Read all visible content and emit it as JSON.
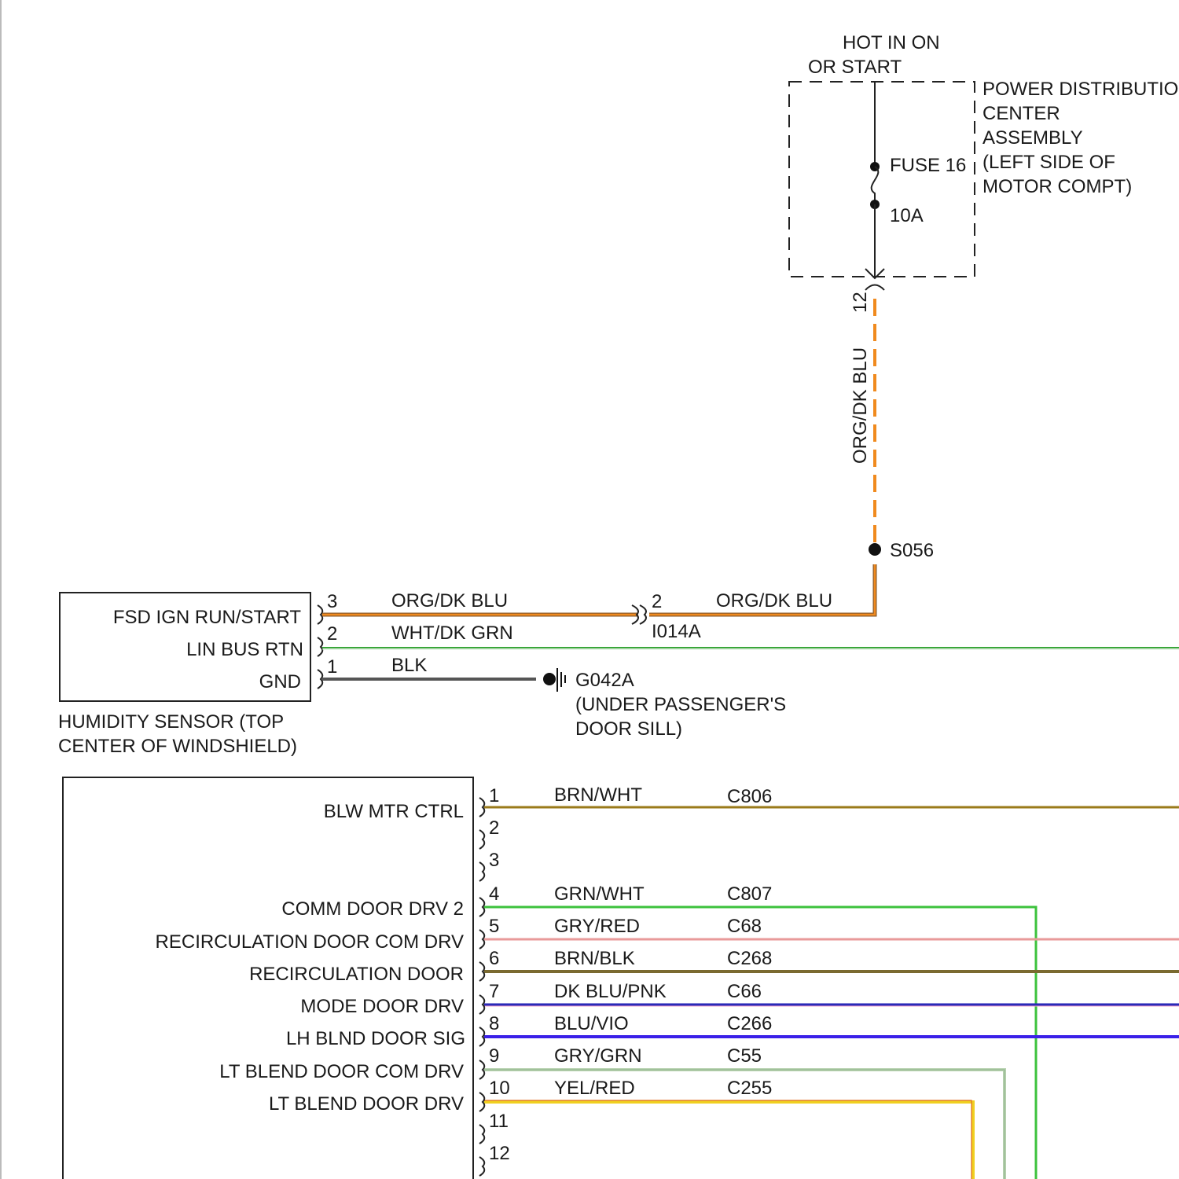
{
  "power": {
    "hot_line1": "HOT IN ON",
    "hot_line2": "OR START",
    "pdc_lines": [
      "POWER DISTRIBUTIO",
      "CENTER",
      "ASSEMBLY",
      "(LEFT SIDE OF",
      "MOTOR COMPT)"
    ],
    "fuse_label": "FUSE 16",
    "fuse_rating": "10A",
    "pin_number": "12",
    "wire_color_label": "ORG/DK BLU",
    "splice_label": "S056"
  },
  "humidity_sensor": {
    "pins": [
      {
        "number": "3",
        "name": "FSD IGN RUN/START",
        "wire": "ORG/DK BLU"
      },
      {
        "number": "2",
        "name": "LIN BUS RTN",
        "wire": "WHT/DK GRN"
      },
      {
        "number": "1",
        "name": "GND",
        "wire": "BLK"
      }
    ],
    "caption_line1": "HUMIDITY SENSOR (TOP",
    "caption_line2": "CENTER OF WINDSHIELD)"
  },
  "inline_connector": {
    "pin": "2",
    "name": "I014A",
    "wire": "ORG/DK BLU"
  },
  "ground": {
    "label": "G042A",
    "location_line1": "(UNDER PASSENGER'S",
    "location_line2": "DOOR SILL)"
  },
  "hvac_module": {
    "pins": [
      {
        "number": "1",
        "name": "BLW MTR CTRL",
        "wire": "BRN/WHT",
        "circuit": "C806"
      },
      {
        "number": "2",
        "name": "",
        "wire": "",
        "circuit": ""
      },
      {
        "number": "3",
        "name": "",
        "wire": "",
        "circuit": ""
      },
      {
        "number": "4",
        "name": "COMM DOOR DRV 2",
        "wire": "GRN/WHT",
        "circuit": "C807"
      },
      {
        "number": "5",
        "name": "RECIRCULATION DOOR COM DRV",
        "wire": "GRY/RED",
        "circuit": "C68"
      },
      {
        "number": "6",
        "name": "RECIRCULATION DOOR",
        "wire": "BRN/BLK",
        "circuit": "C268"
      },
      {
        "number": "7",
        "name": "MODE DOOR DRV",
        "wire": "DK BLU/PNK",
        "circuit": "C66"
      },
      {
        "number": "8",
        "name": "LH BLND DOOR SIG",
        "wire": "BLU/VIO",
        "circuit": "C266"
      },
      {
        "number": "9",
        "name": "LT BLEND DOOR COM DRV",
        "wire": "GRY/GRN",
        "circuit": "C55"
      },
      {
        "number": "10",
        "name": "LT BLEND DOOR DRV",
        "wire": "YEL/RED",
        "circuit": "C255"
      },
      {
        "number": "11",
        "name": "",
        "wire": "",
        "circuit": ""
      },
      {
        "number": "12",
        "name": "",
        "wire": "",
        "circuit": ""
      }
    ]
  },
  "colors": {
    "org_dk_blu": "#f08a1e",
    "org_dk_blu_edge": "#8a5a2a",
    "wht_dk_grn": "#3aa63a",
    "blk": "#555555",
    "brn_wht": "#9a7a1a",
    "grn_wht": "#3cc23c",
    "gry_red": "#e89a9a",
    "brn_blk": "#7a6a30",
    "dk_blu_pnk": "#2a2ab8",
    "blu_vio": "#3a20e8",
    "gry_grn": "#b8d2b0",
    "yel_red": "#f0d020"
  }
}
